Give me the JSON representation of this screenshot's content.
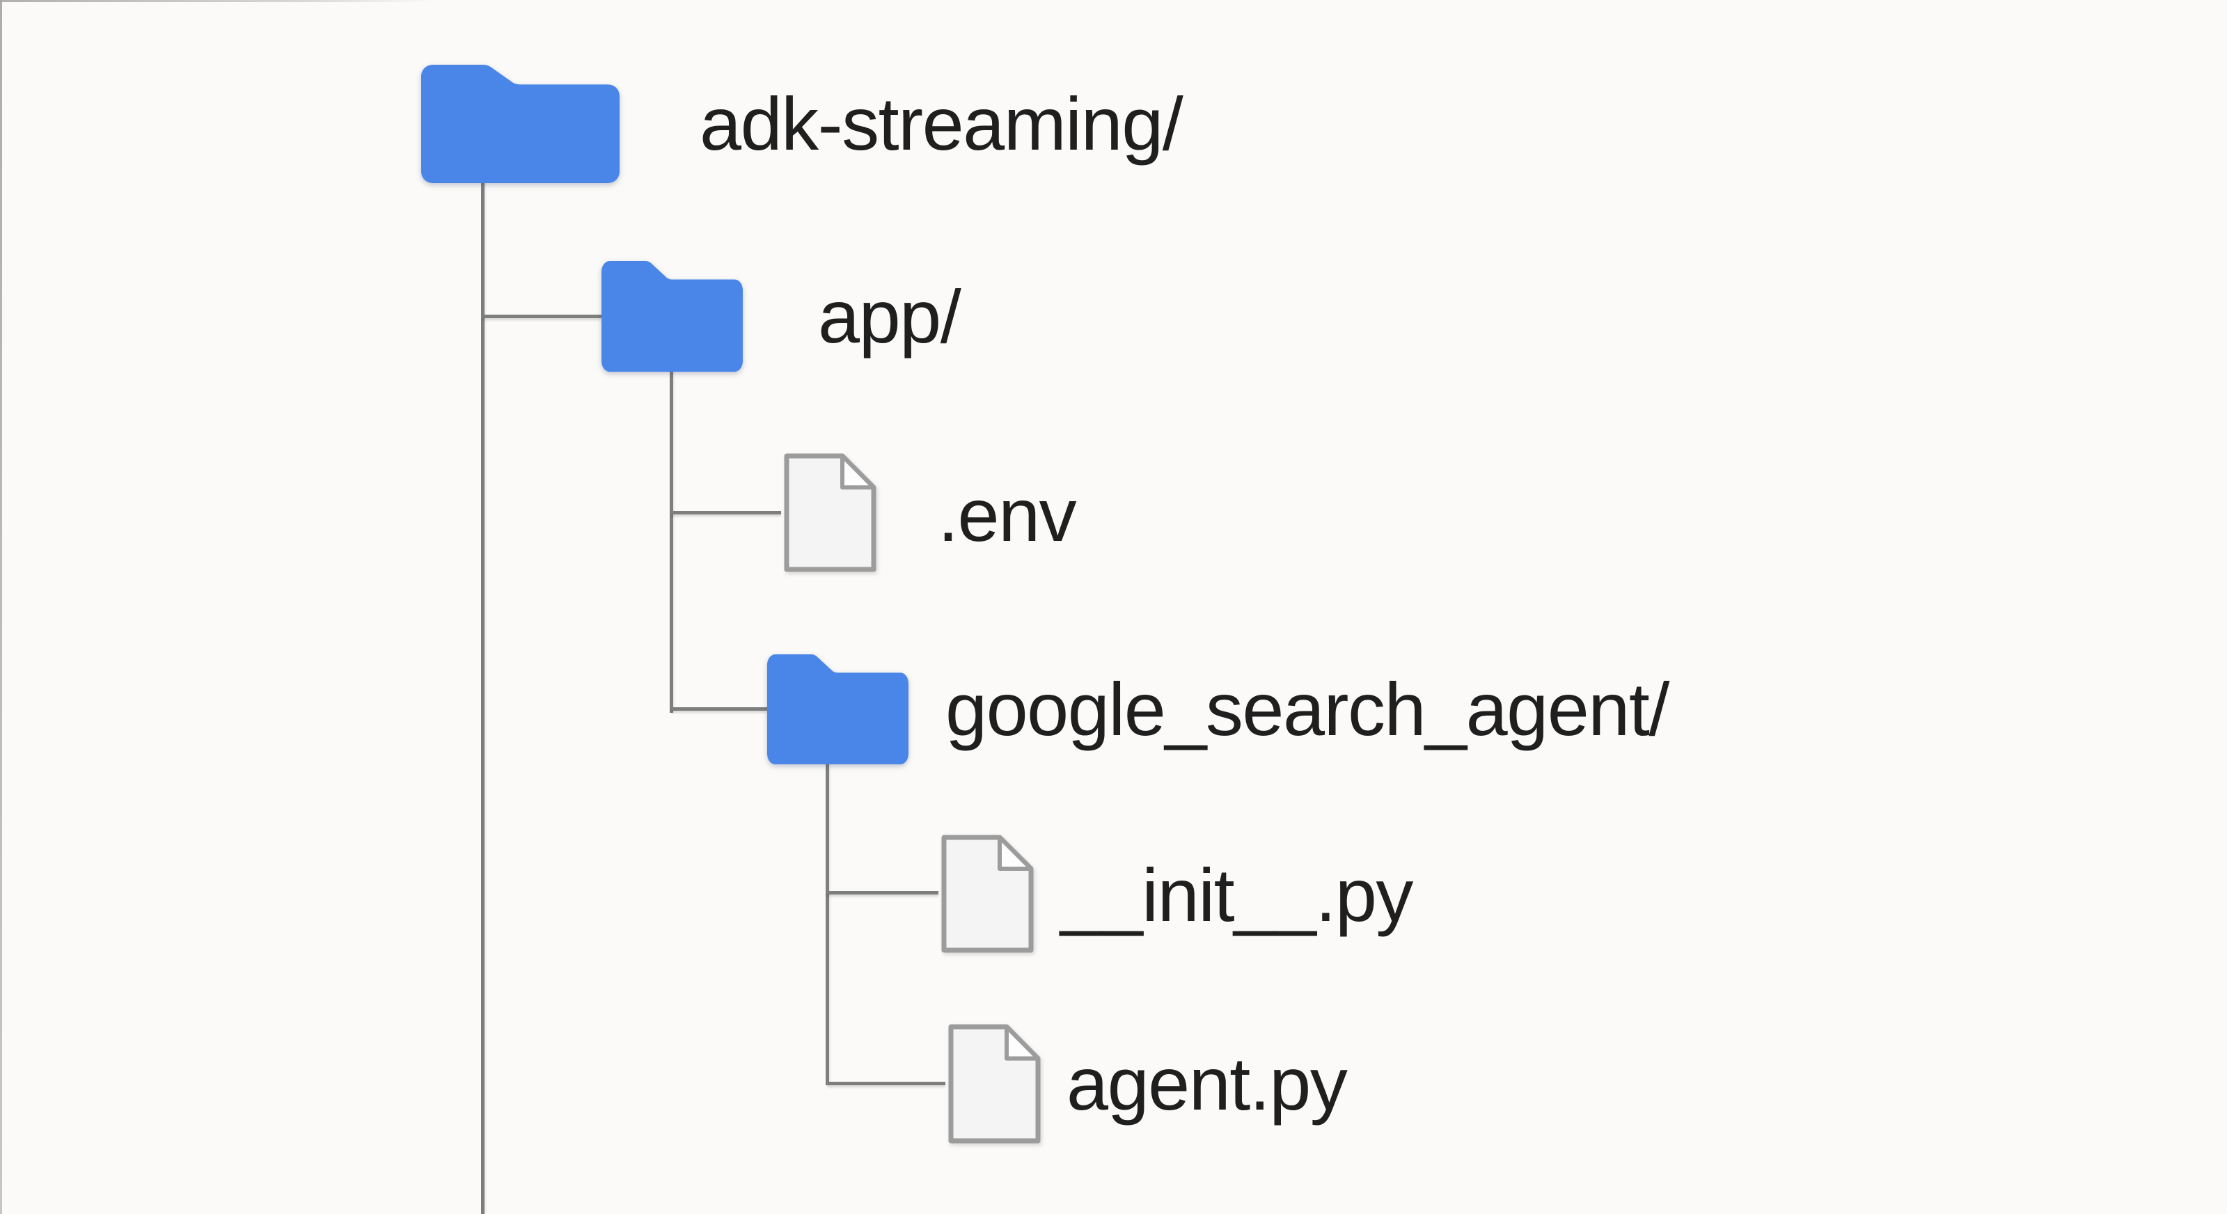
{
  "figure": {
    "kind": "file-tree-diagram",
    "root_label": "adk-streaming/"
  },
  "tree": {
    "nodes": [
      {
        "label": "adk-streaming/",
        "type": "folder",
        "depth": 0,
        "parent": null
      },
      {
        "label": "app/",
        "type": "folder",
        "depth": 1,
        "parent": "adk-streaming/"
      },
      {
        "label": ".env",
        "type": "file",
        "depth": 2,
        "parent": "app/"
      },
      {
        "label": "google_search_agent/",
        "type": "folder",
        "depth": 2,
        "parent": "app/"
      },
      {
        "label": "__init__.py",
        "type": "file",
        "depth": 3,
        "parent": "google_search_agent/"
      },
      {
        "label": "agent.py",
        "type": "file",
        "depth": 3,
        "parent": "google_search_agent/"
      }
    ]
  },
  "colors": {
    "background": "#fbfaf8",
    "folder_blue": "#4a86e8",
    "file_fill": "#f4f4f5",
    "file_stroke": "#9c9c9c",
    "line_gray": "#7e7e7e",
    "text": "#1f1f1f"
  }
}
